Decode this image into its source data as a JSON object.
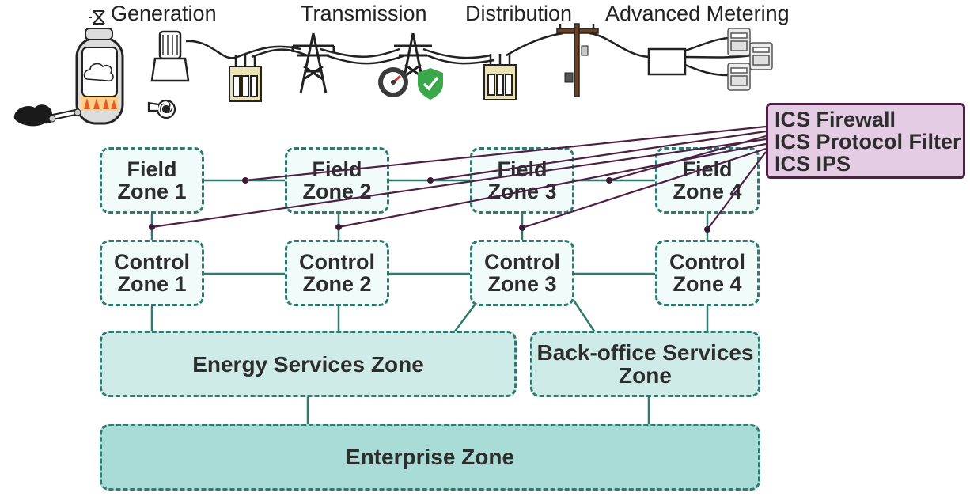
{
  "domain_headings": {
    "generation": "Generation",
    "transmission": "Transmission",
    "distribution": "Distribution",
    "advanced_metering": "Advanced Metering"
  },
  "ics_controls": {
    "firewall": "ICS Firewall",
    "protocol_filter": "ICS Protocol Filter",
    "ips": "ICS IPS"
  },
  "zones": {
    "field": [
      {
        "line1": "Field",
        "line2": "Zone 1"
      },
      {
        "line1": "Field",
        "line2": "Zone 2"
      },
      {
        "line1": "Field",
        "line2": "Zone 3"
      },
      {
        "line1": "Field",
        "line2": "Zone 4"
      }
    ],
    "control": [
      {
        "line1": "Control",
        "line2": "Zone 1"
      },
      {
        "line1": "Control",
        "line2": "Zone 2"
      },
      {
        "line1": "Control",
        "line2": "Zone 3"
      },
      {
        "line1": "Control",
        "line2": "Zone 4"
      }
    ],
    "energy_services": "Energy Services Zone",
    "back_office": {
      "line1": "Back-office Services",
      "line2": "Zone"
    },
    "enterprise": "Enterprise Zone"
  },
  "colors": {
    "zone_border": "#2e7a70",
    "ics_line": "#4c1f45",
    "ics_fill": "#e4cce4",
    "field_fill": "#f1fbfa",
    "services_fill": "#cfebe8",
    "enterprise_fill": "#a9dcd6"
  },
  "icons": [
    "boiler-icon",
    "coal-pile-icon",
    "turbine-icon",
    "pump-icon",
    "valve-icon",
    "transformer-icon",
    "transmission-tower-icon",
    "gauge-icon",
    "shield-check-icon",
    "utility-pole-icon",
    "collector-box-icon",
    "smart-meter-icon"
  ]
}
